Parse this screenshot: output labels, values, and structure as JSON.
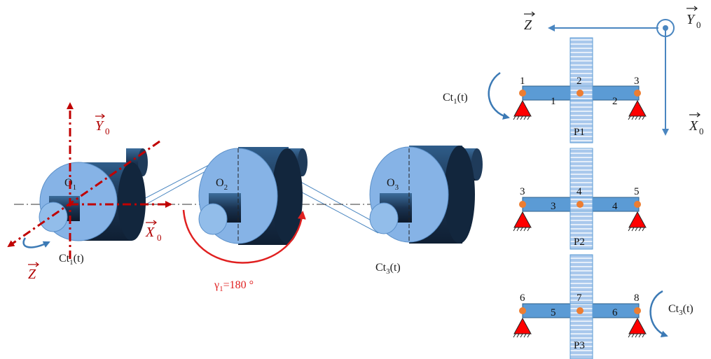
{
  "left": {
    "axis_y0": "Y",
    "axis_y0_sub": "0",
    "axis_x0": "X",
    "axis_x0_sub": "0",
    "axis_z": "Z",
    "disks": [
      {
        "label": "O",
        "sub": "1"
      },
      {
        "label": "O",
        "sub": "2"
      },
      {
        "label": "O",
        "sub": "3"
      }
    ],
    "torque1": "Ct",
    "torque1_sub": "1",
    "torque1_suffix": "(t)",
    "torque3": "Ct",
    "torque3_sub": "3",
    "torque3_suffix": "(t)",
    "gamma_prefix": "γ",
    "gamma_sub": "1",
    "gamma_value": "=180 °"
  },
  "right": {
    "axis_z": "Z",
    "axis_y0": "Y",
    "axis_y0_sub": "0",
    "axis_x0": "X",
    "axis_x0_sub": "0",
    "plates": [
      "P1",
      "P2",
      "P3"
    ],
    "rows": [
      {
        "nodes": [
          "1",
          "2",
          "3"
        ],
        "elements": [
          "1",
          "2"
        ]
      },
      {
        "nodes": [
          "3",
          "4",
          "5"
        ],
        "elements": [
          "3",
          "4"
        ]
      },
      {
        "nodes": [
          "6",
          "7",
          "8"
        ],
        "elements": [
          "5",
          "6"
        ]
      }
    ],
    "torque1": "Ct",
    "torque1_sub": "1",
    "torque1_suffix": "(t)",
    "torque3": "Ct",
    "torque3_sub": "3",
    "torque3_suffix": "(t)"
  },
  "colors": {
    "beam": "#5b9bd5",
    "beam_dark": "#2e5f8a",
    "node": "#ed7d31",
    "support": "#ff0000",
    "axis_red": "#c00000",
    "cylinder_face": "#8fb7e8",
    "cylinder_body": "#1f3a5a"
  }
}
